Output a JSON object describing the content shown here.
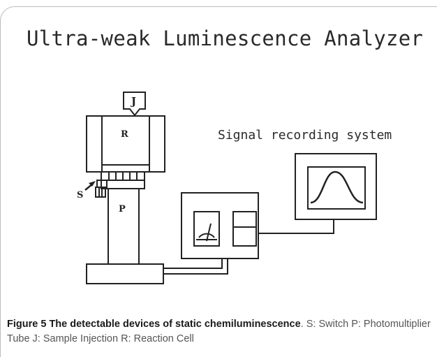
{
  "diagram": {
    "title": "Ultra-weak Luminescence Analyzer",
    "signal_label": "Signal recording system",
    "labels": {
      "sample_injection": "J",
      "reaction_cell": "R",
      "switch": "S",
      "photomultiplier": "P"
    }
  },
  "caption": {
    "figure_label": "Figure 5",
    "figure_title": "The detectable devices of static chemiluminescence",
    "description": ". S: Switch P: Photomultiplier Tube J: Sample Injection R: Reaction Cell"
  }
}
